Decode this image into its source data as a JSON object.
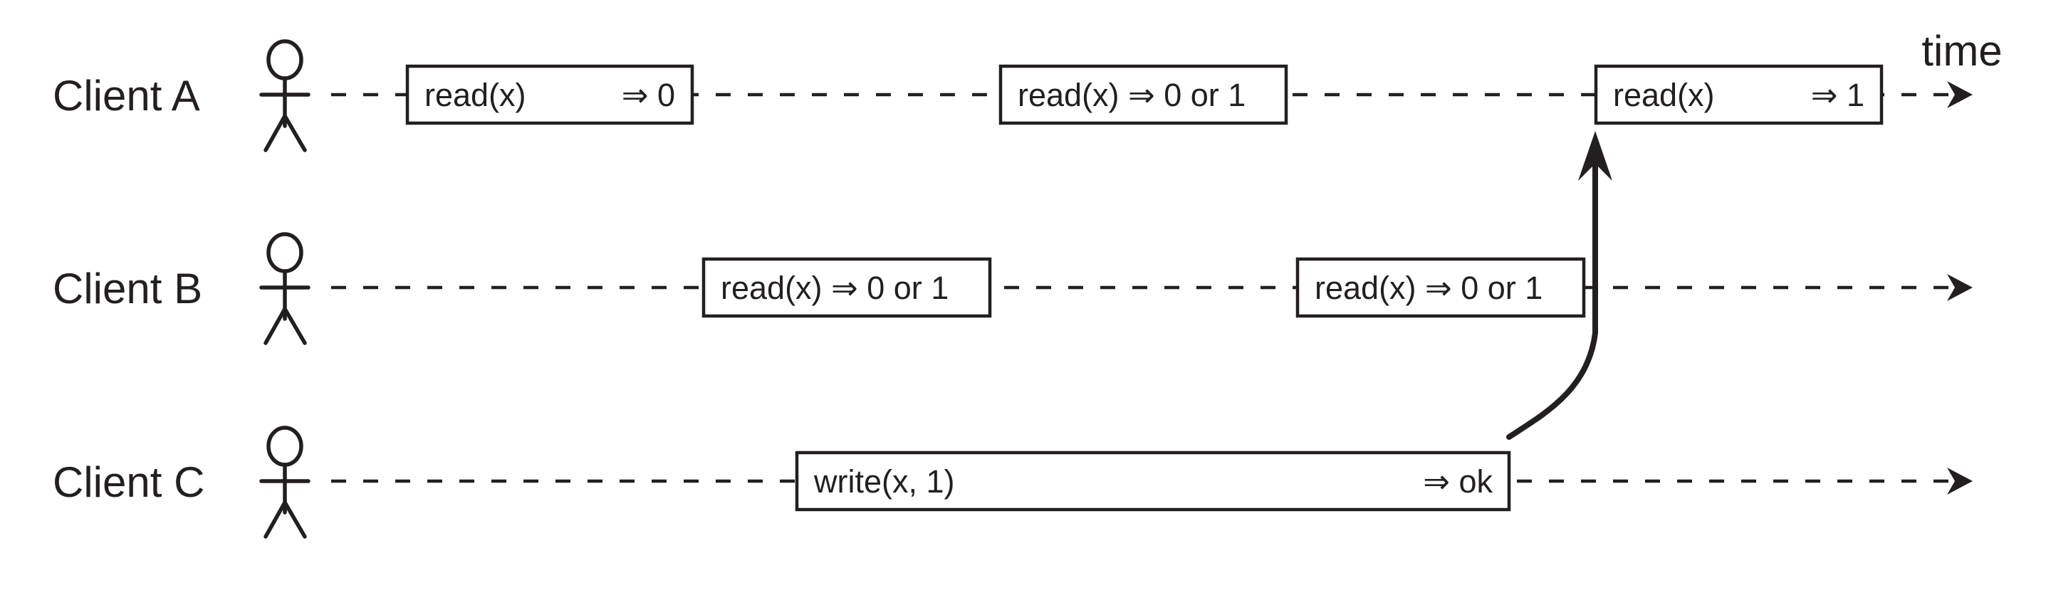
{
  "figure": {
    "time_axis_label": "time",
    "ink_color": "#231f20",
    "paper_color": "#ffffff"
  },
  "rows": [
    {
      "client": "Client A",
      "operations": [
        {
          "call": "read(x)",
          "result": "⇒ 0"
        },
        {
          "call": "read(x) ⇒ 0 or 1",
          "result": ""
        },
        {
          "call": "read(x)",
          "result": "⇒ 1"
        }
      ]
    },
    {
      "client": "Client B",
      "operations": [
        {
          "call": "read(x) ⇒ 0 or 1",
          "result": ""
        },
        {
          "call": "read(x) ⇒ 0 or 1",
          "result": ""
        }
      ]
    },
    {
      "client": "Client C",
      "operations": [
        {
          "call": "write(x, 1)",
          "result": "⇒ ok"
        }
      ]
    }
  ]
}
